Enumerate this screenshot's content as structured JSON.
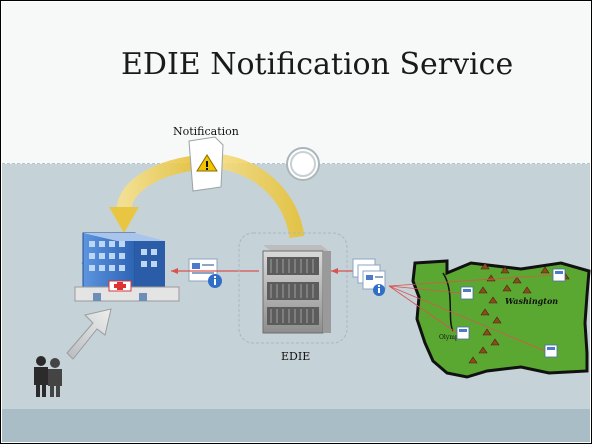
{
  "slide": {
    "title": "EDIE Notification Service",
    "notification_label": "Notification",
    "server_label": "EDIE",
    "map_label": "Washington",
    "city_label": "Olympia"
  },
  "colors": {
    "top_band": "#f7f9f9",
    "mid_band": "#c5d2d8",
    "bottom_band": "#a9bdc6",
    "yellow_arrow": "#f2d35c",
    "red_arrow": "#d9534f",
    "map_green": "#5aa832",
    "hospital_blue": "#3c7ad0"
  }
}
